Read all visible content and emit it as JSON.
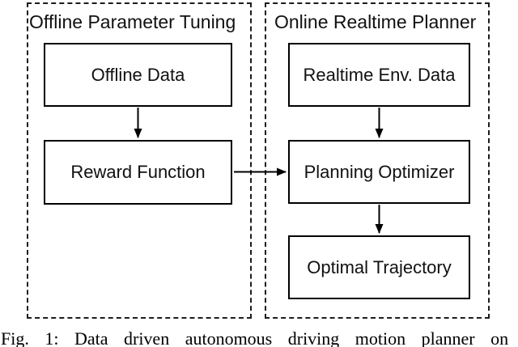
{
  "figure": {
    "caption": "Fig. 1: Data driven autonomous driving motion planner on",
    "colors": {
      "background": "#ffffff",
      "line": "#000000",
      "text": "#111111"
    },
    "diagram": {
      "type": "flowchart",
      "panels": [
        {
          "title": "Offline Parameter Tuning",
          "nodes": [
            "Offline Data",
            "Reward Function"
          ]
        },
        {
          "title": "Online Realtime Planner",
          "nodes": [
            "Realtime Env. Data",
            "Planning Optimizer",
            "Optimal Trajectory"
          ]
        }
      ],
      "edges": [
        {
          "from": "Offline Data",
          "to": "Reward Function"
        },
        {
          "from": "Realtime Env. Data",
          "to": "Planning Optimizer"
        },
        {
          "from": "Reward Function",
          "to": "Planning Optimizer"
        },
        {
          "from": "Planning Optimizer",
          "to": "Optimal Trajectory"
        }
      ]
    }
  }
}
